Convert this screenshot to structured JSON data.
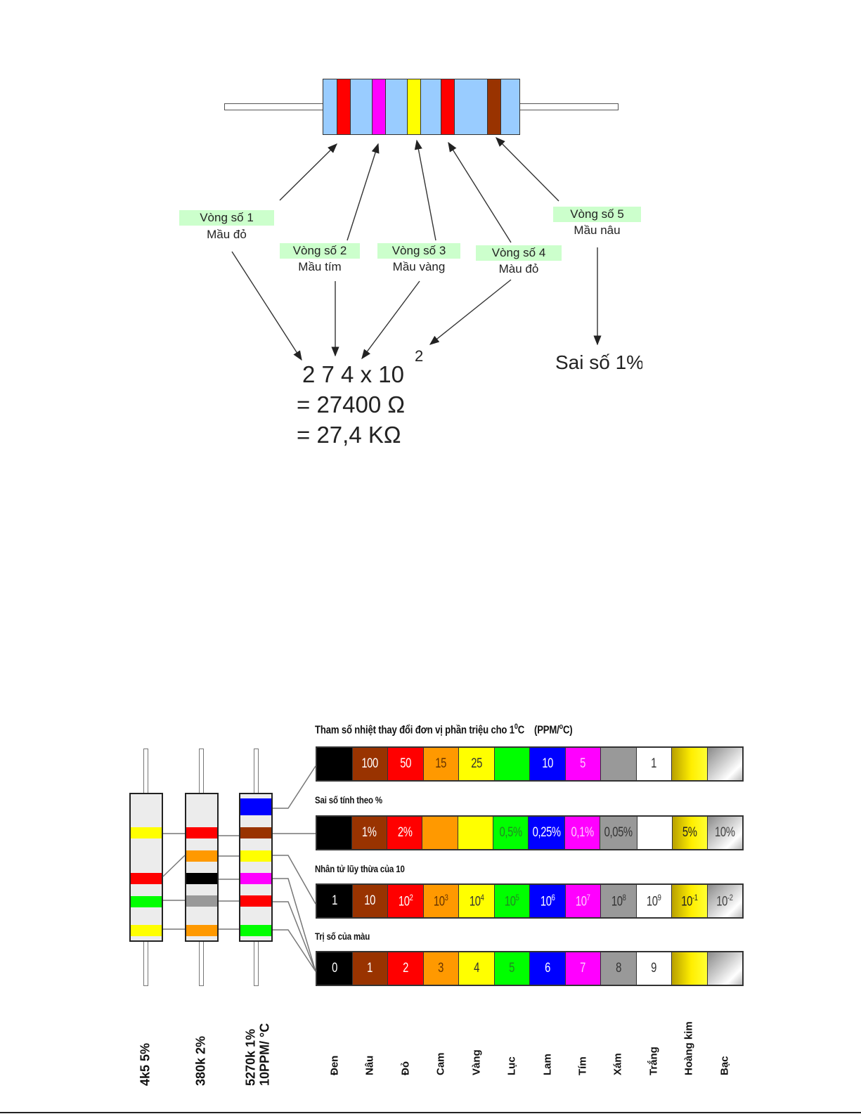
{
  "top_diagram": {
    "resistor_bands": [
      {
        "name": "band-1",
        "color": "#ff0000"
      },
      {
        "name": "band-2",
        "color": "#ff00ff"
      },
      {
        "name": "band-3",
        "color": "#ffff00"
      },
      {
        "name": "band-4",
        "color": "#ff0000"
      },
      {
        "name": "band-5",
        "color": "#993300"
      }
    ],
    "body_color": "#99ccff",
    "labels": [
      {
        "tag": "Vòng số 1",
        "color_name": "Mầu đỏ"
      },
      {
        "tag": "Vòng số 2",
        "color_name": "Mầu tím"
      },
      {
        "tag": "Vòng số 3",
        "color_name": "Mầu vàng"
      },
      {
        "tag": "Vòng số 4",
        "color_name": "Màu đỏ"
      },
      {
        "tag": "Vòng số 5",
        "color_name": "Mầu nâu"
      }
    ],
    "formula": {
      "line1": "2 7 4 x 10",
      "exponent": "2",
      "line2": "=  27400 Ω",
      "line3": "= 27,4  KΩ"
    },
    "tolerance": "Sai số 1%"
  },
  "color_chart": {
    "colors": [
      "#000000",
      "#993300",
      "#ff0000",
      "#ff9900",
      "#ffff00",
      "#00ff00",
      "#0000ff",
      "#ff00ff",
      "#999999",
      "#ffffff",
      "gold",
      "silver"
    ],
    "color_names": [
      "Đen",
      "Nâu",
      "Đỏ",
      "Cam",
      "Vàng",
      "Lục",
      "Lam",
      "Tím",
      "Xám",
      "Trắng",
      "Hoàng kim",
      "Bạc"
    ],
    "sections": [
      {
        "title": "Tham số nhiệt thay đổi đơn vị phần triệu cho 1",
        "title_sup": "0",
        "title_tail": "C    (PPM/",
        "title_sup2": "o",
        "title_end": "C)",
        "values": [
          "",
          "100",
          "50",
          "15",
          "25",
          "",
          "10",
          "5",
          "",
          "1",
          "",
          ""
        ]
      },
      {
        "title": "Sai số tính theo %",
        "values": [
          "",
          "1%",
          "2%",
          "",
          "",
          "0,5%",
          "0,25%",
          "0,1%",
          "0,05%",
          "",
          "5%",
          "10%"
        ]
      },
      {
        "title": "Nhân tử  lũy thừa của 10",
        "values": [
          "1",
          "10",
          "10",
          "10",
          "10",
          "10",
          "10",
          "10",
          "10",
          "10",
          "10",
          "10"
        ],
        "exponents": [
          "",
          "",
          "2",
          "3",
          "4",
          "5",
          "6",
          "7",
          "8",
          "9",
          "-1",
          "-2"
        ]
      },
      {
        "title": "Trị số của màu",
        "values": [
          "0",
          "1",
          "2",
          "3",
          "4",
          "5",
          "6",
          "7",
          "8",
          "9",
          "",
          ""
        ]
      }
    ],
    "examples": [
      {
        "label": "4k5  5%",
        "label2": "",
        "bands": [
          "#ffff00",
          "#ff0000",
          "#00ff00",
          "#ffff00"
        ]
      },
      {
        "label": "380k  2%",
        "label2": "",
        "bands": [
          "#ff0000",
          "#ff9900",
          "#000000",
          "#999999",
          "#ff9900"
        ]
      },
      {
        "label": "5270k 1%",
        "label2": "10PPM/ °C",
        "bands": [
          "#0000ff",
          "#993300",
          "#ffff00",
          "#ff00ff",
          "#ff0000",
          "#00ff00"
        ]
      }
    ]
  }
}
